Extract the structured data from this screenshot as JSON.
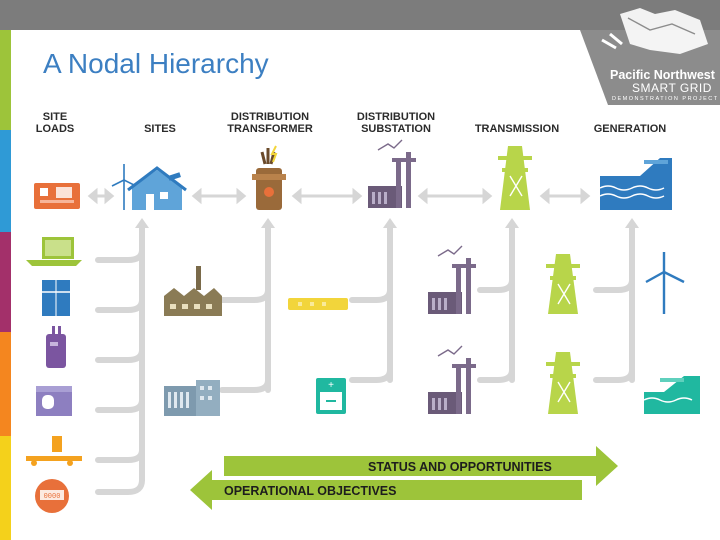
{
  "slide": {
    "title": "A Nodal Hierarchy"
  },
  "logo": {
    "line1": "Pacific Northwest",
    "line2": "SMART GRID",
    "line3": "DEMONSTRATION PROJECT"
  },
  "columns": [
    {
      "line1": "SITE",
      "line2": "LOADS"
    },
    {
      "line1": "SITES",
      "line2": ""
    },
    {
      "line1": "DISTRIBUTION",
      "line2": "TRANSFORMER"
    },
    {
      "line1": "DISTRIBUTION",
      "line2": "SUBSTATION"
    },
    {
      "line1": "TRANSMISSION",
      "line2": ""
    },
    {
      "line1": "GENERATION",
      "line2": ""
    }
  ],
  "flows": {
    "status": "STATUS AND OPPORTUNITIES",
    "operational": "OPERATIONAL OBJECTIVES"
  },
  "colors": {
    "title": "#3c7fc2",
    "orange": "#e8703a",
    "green": "#9dc43a",
    "blue": "#2f7bbf",
    "purple": "#7b55a0",
    "yellow": "#f2d53b",
    "brown": "#9a6a3a",
    "gray_connector": "#d6d6d6"
  },
  "icons": {
    "site_loads": [
      "thermostat-icon",
      "laptop-icon",
      "refrigerator-icon",
      "water-heater-icon",
      "dryer-icon",
      "ev-charger-icon",
      "meter-icon"
    ],
    "sites": [
      "small-wind-turbine-icon",
      "house-icon",
      "factory-icon",
      "office-building-icon"
    ],
    "transformers": [
      "transformer-icon",
      "battery-icon"
    ],
    "substations": [
      "substation-icon"
    ],
    "transmission": [
      "transmission-tower-icon"
    ],
    "generation": [
      "hydro-dam-icon",
      "wind-turbine-icon"
    ]
  }
}
